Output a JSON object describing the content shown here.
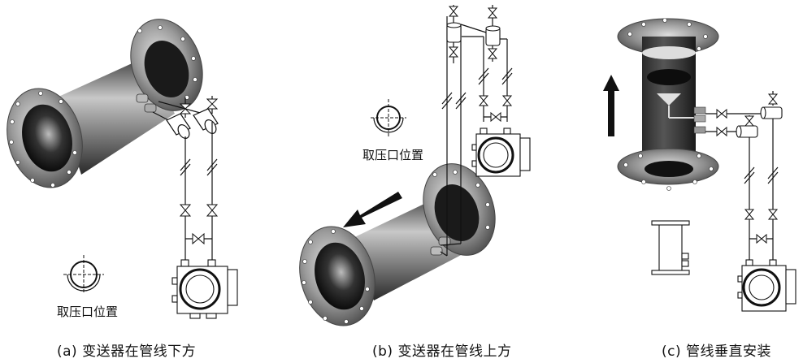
{
  "figure": {
    "panels": [
      {
        "id": "a",
        "caption": "(a) 变送器在管线下方",
        "tap_label": "取压口位置",
        "flow_arrow": "none",
        "orientation": "horizontal"
      },
      {
        "id": "b",
        "caption": "(b) 变送器在管线上方",
        "tap_label": "取压口位置",
        "flow_arrow": "down-left",
        "orientation": "horizontal"
      },
      {
        "id": "c",
        "caption": "(c) 管线垂直安装",
        "tap_label": "",
        "flow_arrow": "up",
        "orientation": "vertical"
      }
    ],
    "colors": {
      "line": "#111111",
      "pipe_dark": "#1a1a1a",
      "pipe_mid": "#6b6b6b",
      "pipe_light": "#c9c9c9",
      "background": "#ffffff"
    }
  }
}
